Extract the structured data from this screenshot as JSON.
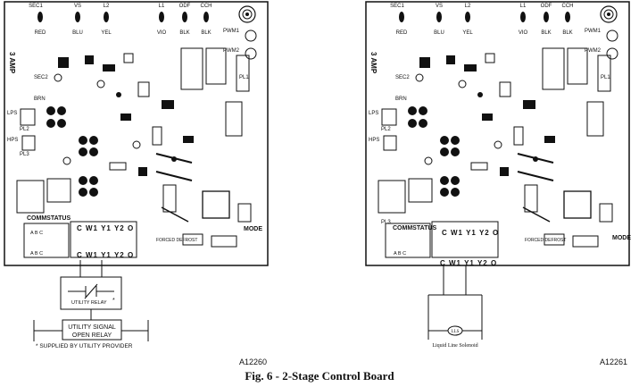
{
  "caption": "Fig. 6 - 2-Stage Control Board",
  "figure_ids": {
    "left": "A12260",
    "right": "A12261"
  },
  "board": {
    "top_terminals": [
      "SEC1",
      "VS",
      "L2",
      "L1",
      "ODF",
      "CCH"
    ],
    "top_wires": [
      "RED",
      "BLU",
      "YEL",
      "VIO",
      "BLK",
      "BLK"
    ],
    "side_labels": {
      "amp": "3 AMP",
      "sec2": "SEC2",
      "brn": "BRN",
      "lps": "LPS",
      "hps": "HPS",
      "pl3": "PL3",
      "pl2": "PL2",
      "pl1": "PL1",
      "pwm1": "PWM1",
      "pwm2": "PWM2",
      "comm_status": "COMMSTATUS",
      "forced_defrost": "FORCED DEFROST",
      "mode": "MODE",
      "abcd": "A B C",
      "terminal_strip": "C W1 Y1 Y2 O"
    }
  },
  "left_detail": {
    "utility_relay": "UTILITY RELAY",
    "asterisk": "*",
    "utility_signal": "UTILITY SIGNAL",
    "open_relay": "OPEN RELAY",
    "note": "* SUPPLIED BY UTILITY PROVIDER"
  },
  "right_detail": {
    "solenoid_id": "LLS",
    "solenoid_label": "Liquid Line Solenoid"
  }
}
